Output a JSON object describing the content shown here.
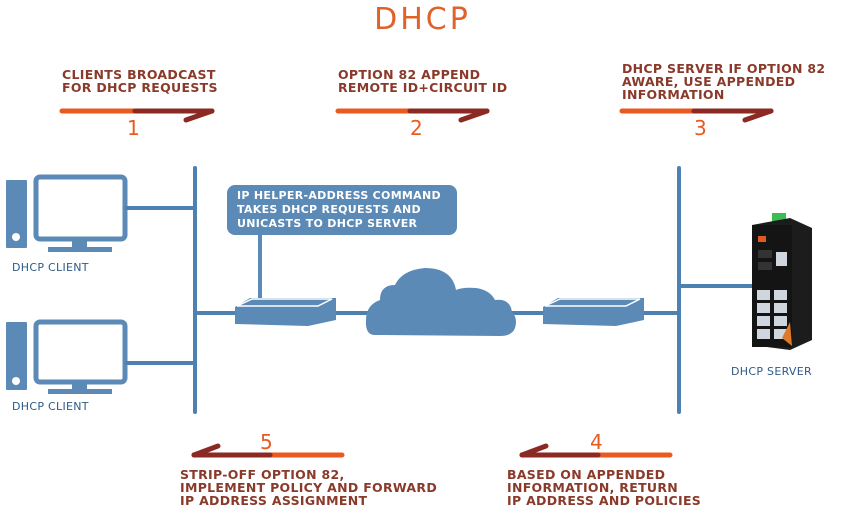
{
  "title": "DHCP",
  "steps": [
    {
      "number": "1",
      "text": "CLIENTS BROADCAST\nFOR DHCP REQUESTS",
      "direction": "right"
    },
    {
      "number": "2",
      "text": "OPTION 82 APPEND\nREMOTE ID+CIRCUIT ID",
      "direction": "right"
    },
    {
      "number": "3",
      "text": "DHCP SERVER IF OPTION 82\nAWARE, USE APPENDED\nINFORMATION",
      "direction": "right"
    },
    {
      "number": "4",
      "text": "BASED ON APPENDED\nINFORMATION, RETURN\nIP ADDRESS AND POLICIES",
      "direction": "left"
    },
    {
      "number": "5",
      "text": "STRIP-OFF OPTION 82,\nIMPLEMENT POLICY AND FORWARD\nIP ADDRESS ASSIGNMENT",
      "direction": "left"
    }
  ],
  "nodes": {
    "client_1": {
      "label": "DHCP CLIENT",
      "icon": "desktop-computer-icon"
    },
    "client_2": {
      "label": "DHCP CLIENT",
      "icon": "desktop-computer-icon"
    },
    "relay_router": {
      "icon": "router-icon"
    },
    "internet": {
      "icon": "cloud-icon"
    },
    "server_router": {
      "icon": "router-icon"
    },
    "server": {
      "label": "DHCP SERVER",
      "icon": "network-switch-icon"
    }
  },
  "callout": {
    "text": "IP HELPER-ADDRESS COMMAND\nTAKES DHCP REQUESTS AND\nUNICASTS TO DHCP SERVER"
  },
  "colors": {
    "title": "#e0622a",
    "step_text": "#8a3a2a",
    "arrow_light": "#e95a20",
    "arrow_dark": "#8b2a22",
    "network_blue": "#5b8ab6",
    "network_dark": "#2f669c",
    "label_blue": "#2e5a86"
  }
}
